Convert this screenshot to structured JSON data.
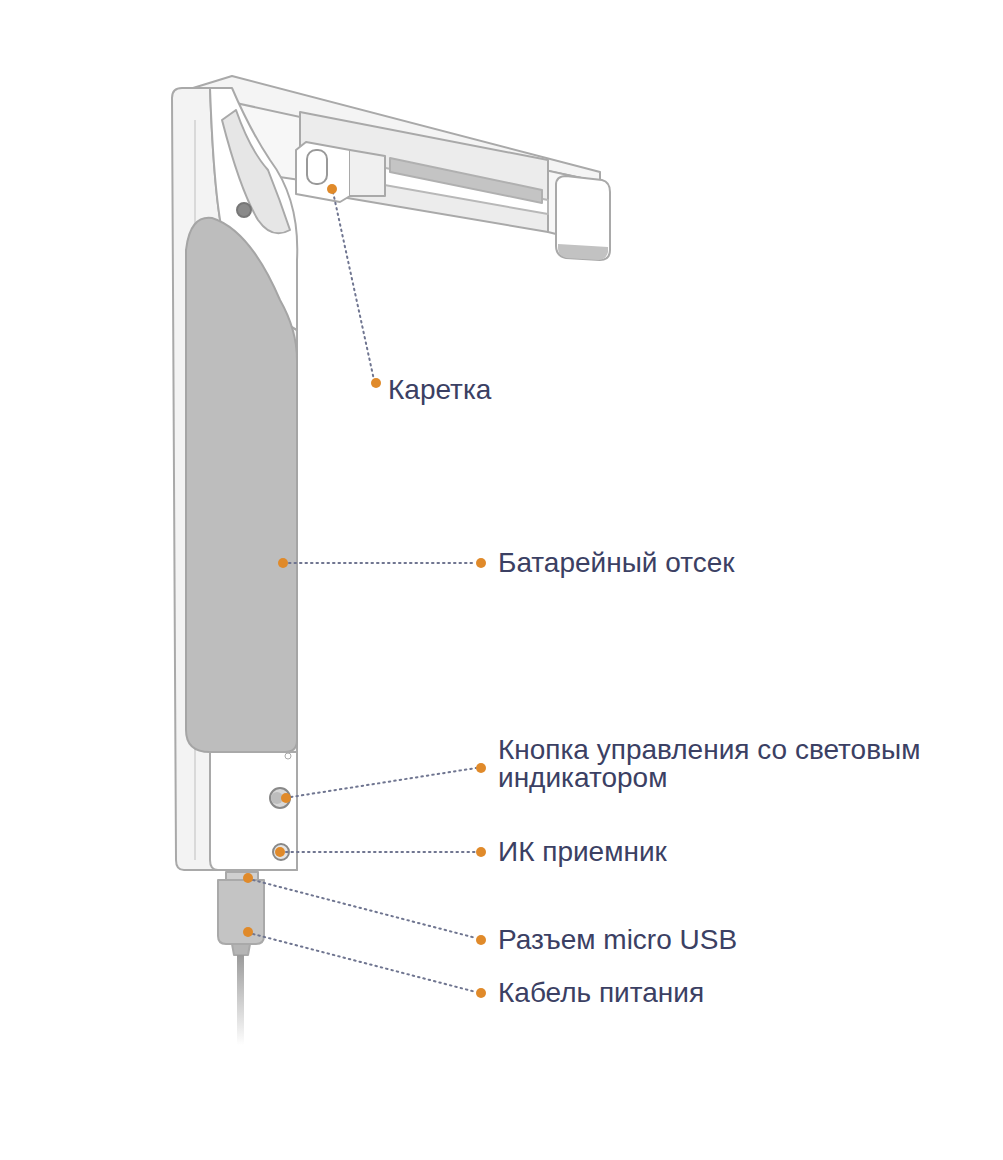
{
  "diagram": {
    "labels": [
      "Каретка",
      "Батарейный отсек",
      "Кнопка управления со световым индикатором",
      "ИК приемник",
      "Разъем micro USB",
      "Кабель питания"
    ]
  }
}
